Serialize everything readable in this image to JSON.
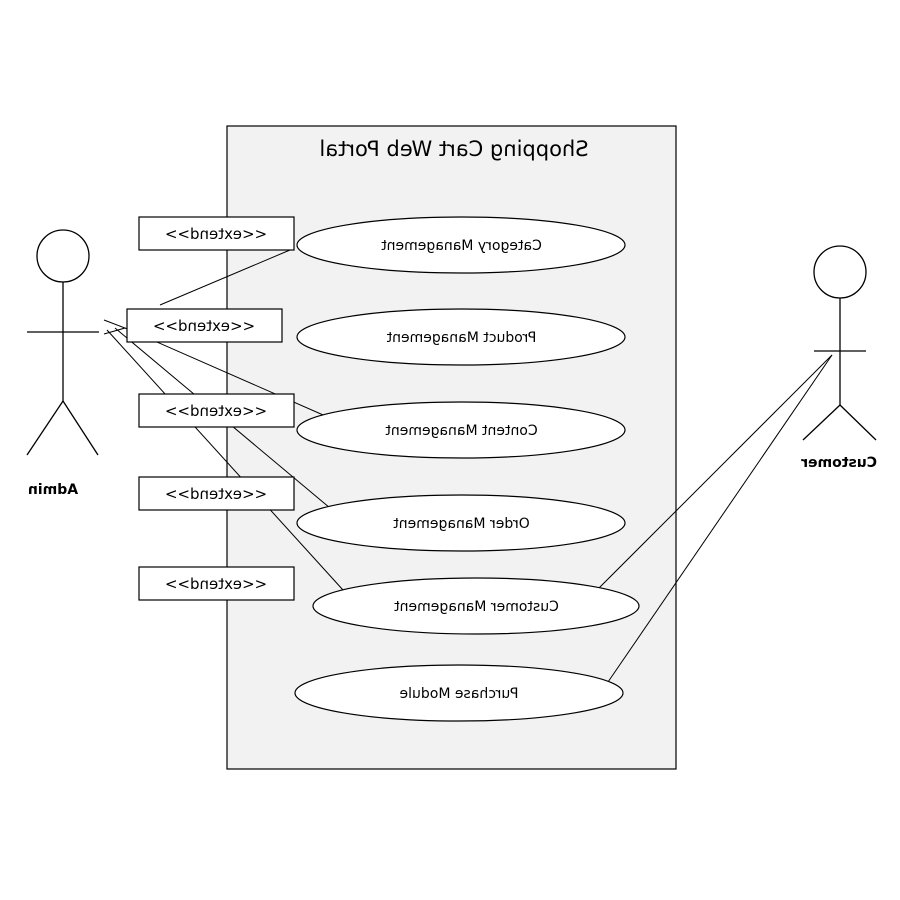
{
  "system": {
    "title": "Shopping Cart Web Portal",
    "background": "#f2f2f2",
    "border": "#000000"
  },
  "actors": {
    "admin": {
      "label": "Admin"
    },
    "customer": {
      "label": "Customer"
    }
  },
  "use_cases": [
    {
      "id": "category",
      "label": "Category Management"
    },
    {
      "id": "product",
      "label": "Product Management"
    },
    {
      "id": "content",
      "label": "Content Management"
    },
    {
      "id": "order",
      "label": "Order Management"
    },
    {
      "id": "customer",
      "label": "Customer Management"
    },
    {
      "id": "purchase",
      "label": "Purchase Module"
    }
  ],
  "extend_labels": [
    "<<extend>>",
    "<<extend>>",
    "<<extend>>",
    "<<extend>>",
    "<<extend>>"
  ]
}
